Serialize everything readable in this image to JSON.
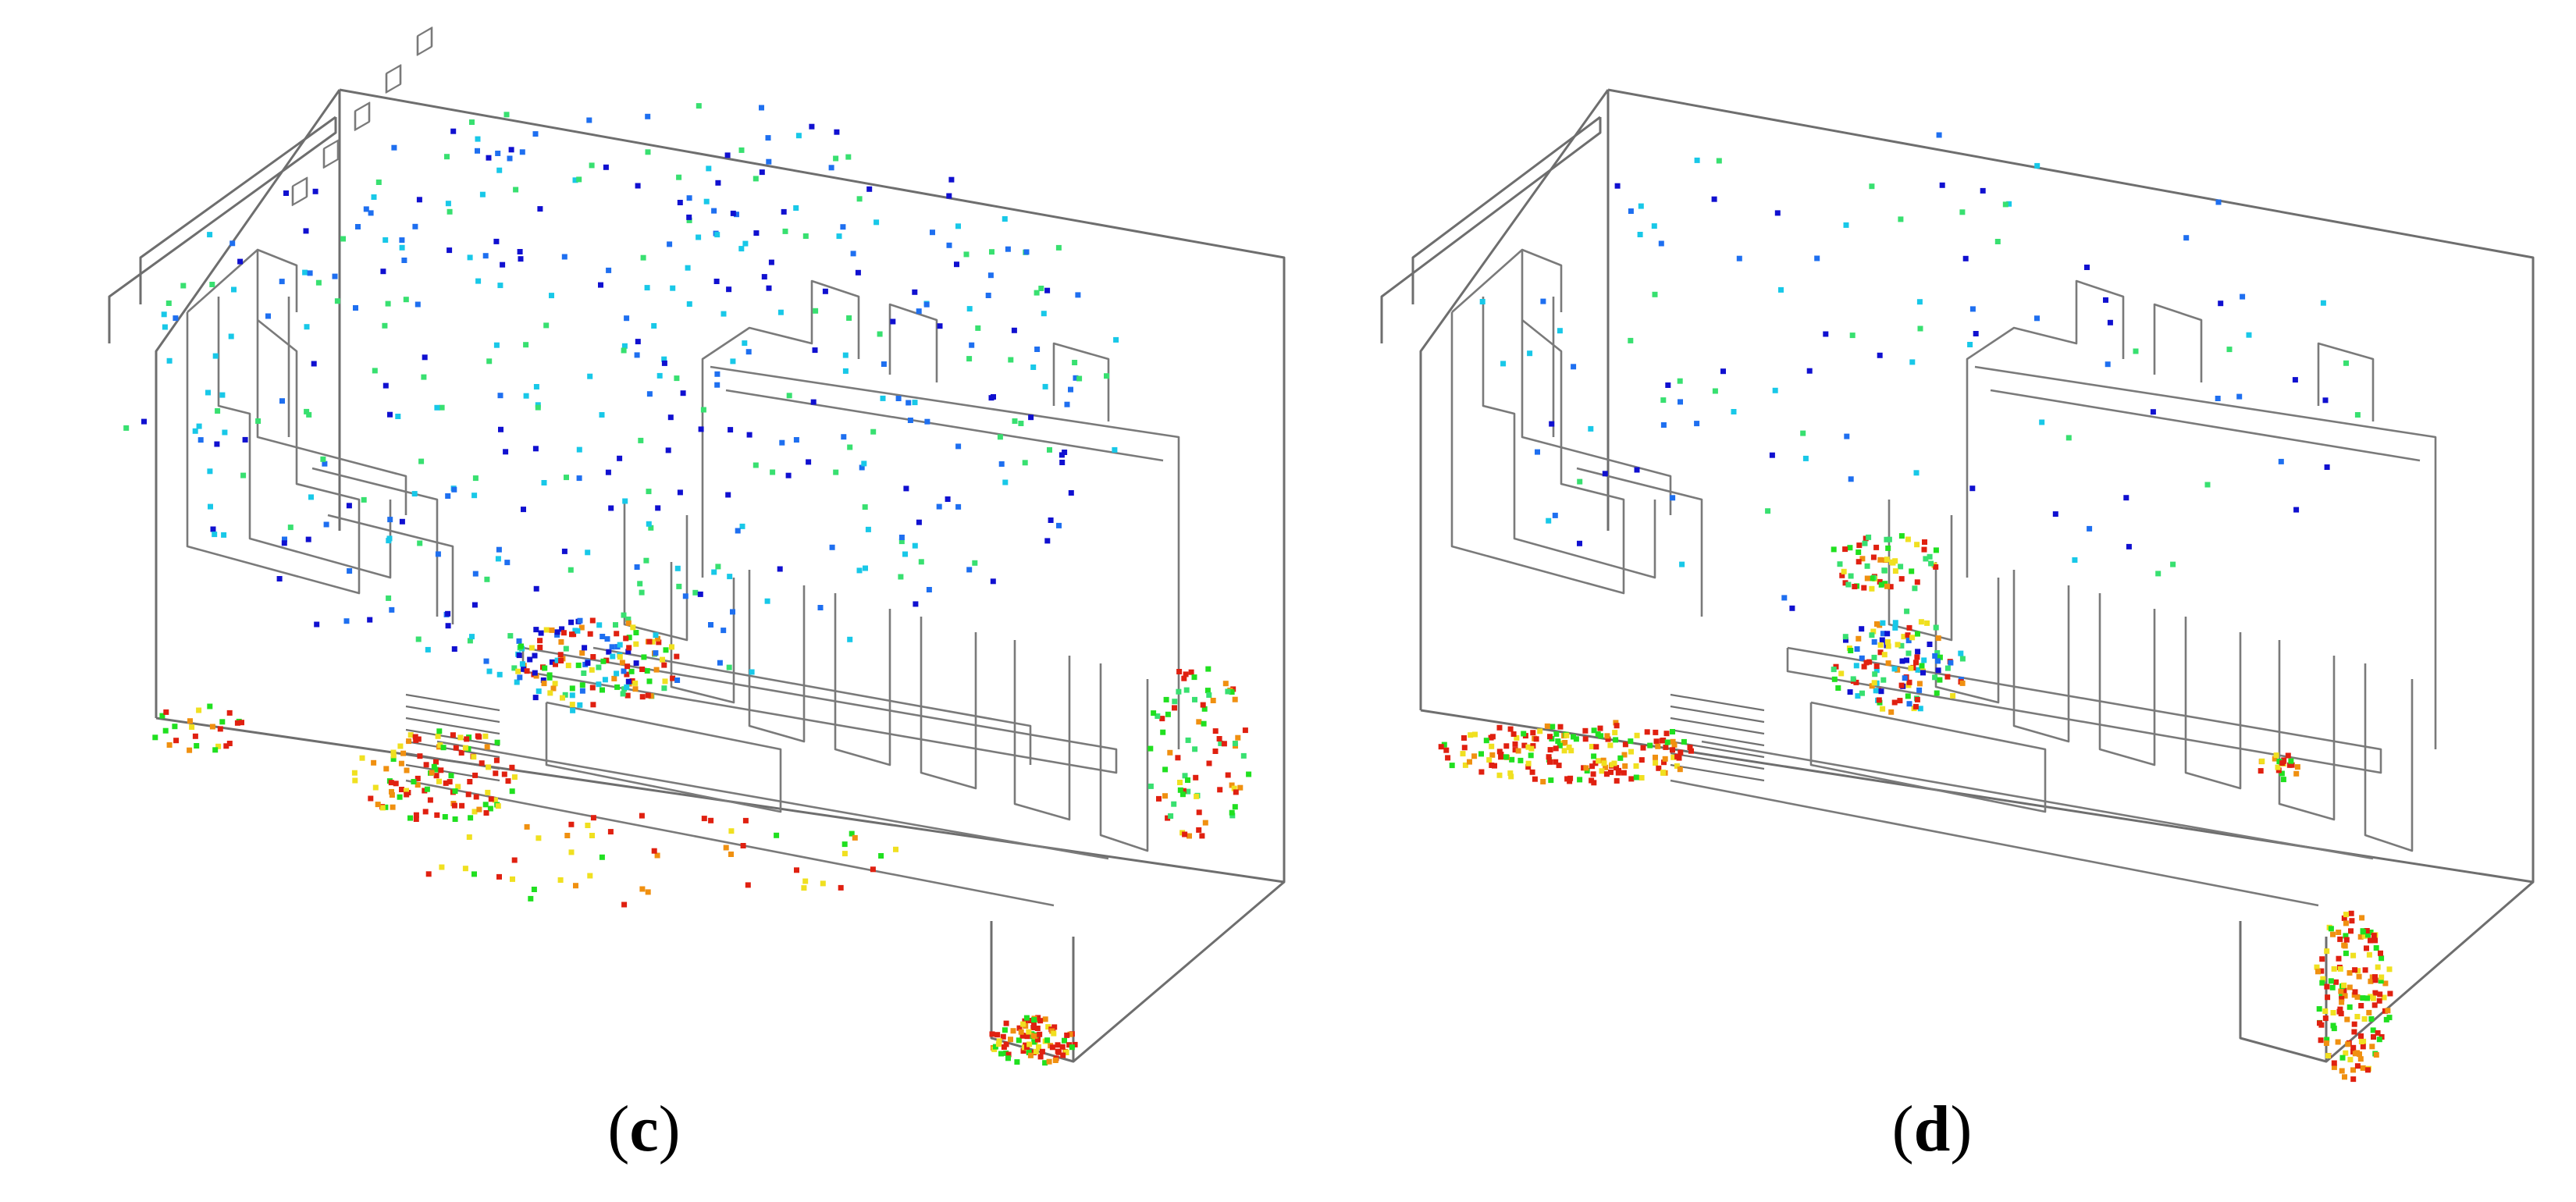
{
  "panels": [
    {
      "id": "c",
      "label": "c"
    },
    {
      "id": "d",
      "label": "d"
    }
  ],
  "colors": {
    "frame": "#6e6e6e",
    "particle_palette": [
      "#1010d0",
      "#1e6ff0",
      "#18c8e8",
      "#38e070",
      "#20e020",
      "#f0e020",
      "#f09010",
      "#e02010"
    ]
  }
}
